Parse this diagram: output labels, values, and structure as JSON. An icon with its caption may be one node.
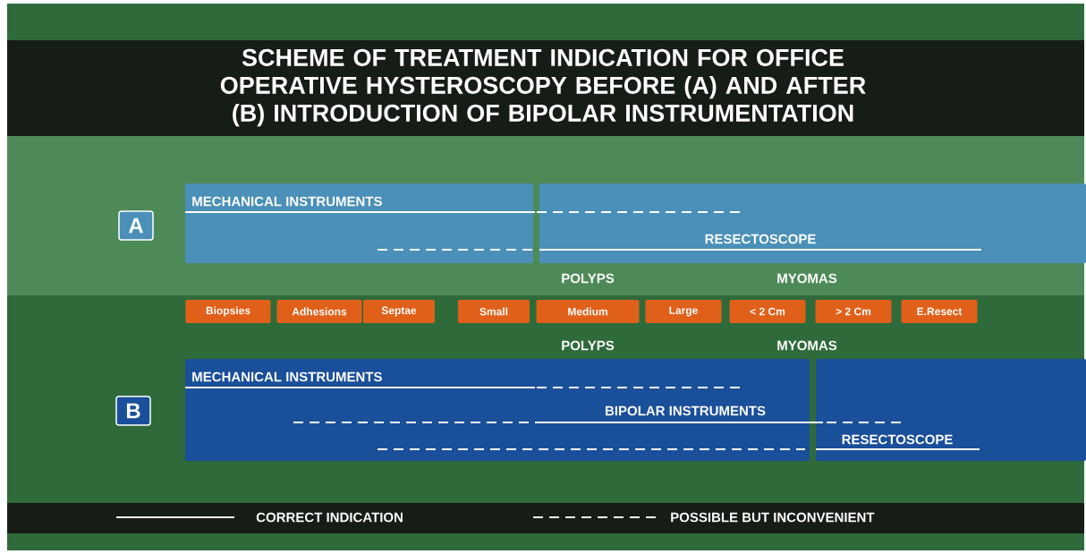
{
  "diagram": {
    "title": "SCHEME OF TREATMENT INDICATION FOR OFFICE OPERATIVE HYSTEROSCOPY BEFORE (A) AND AFTER (B) INTRODUCTION OF BIPOLAR INSTRUMENTATION",
    "nodes": [
      {
        "text": [
          "A"
        ]
      },
      {
        "text": [
          "Biopsies"
        ]
      },
      {
        "text": [
          "Adhesions"
        ]
      },
      {
        "text": [
          "Septae"
        ]
      },
      {
        "text": [
          "Small"
        ]
      },
      {
        "text": [
          "Medium"
        ]
      },
      {
        "text": [
          "Large"
        ]
      },
      {
        "text": [
          "< 2 Cm"
        ]
      },
      {
        "text": [
          "> 2 Cm"
        ]
      },
      {
        "text": [
          "E.Resect"
        ]
      },
      {
        "text": [
          "B"
        ]
      }
    ],
    "edges": [],
    "labels": [
      "MECHANICAL INSTRUMENTS",
      "RESECTOSCOPE",
      "POLYPS",
      "MYOMAS",
      "POLYPS",
      "MYOMAS",
      "MECHANICAL INSTRUMENTS",
      "BIPOLAR INSTRUMENTS",
      "RESECTOSCOPE"
    ],
    "legend": [
      {
        "text": "CORRECT INDICATION"
      },
      {
        "text": "POSSIBLE BUT INCONVENIENT"
      }
    ]
  }
}
